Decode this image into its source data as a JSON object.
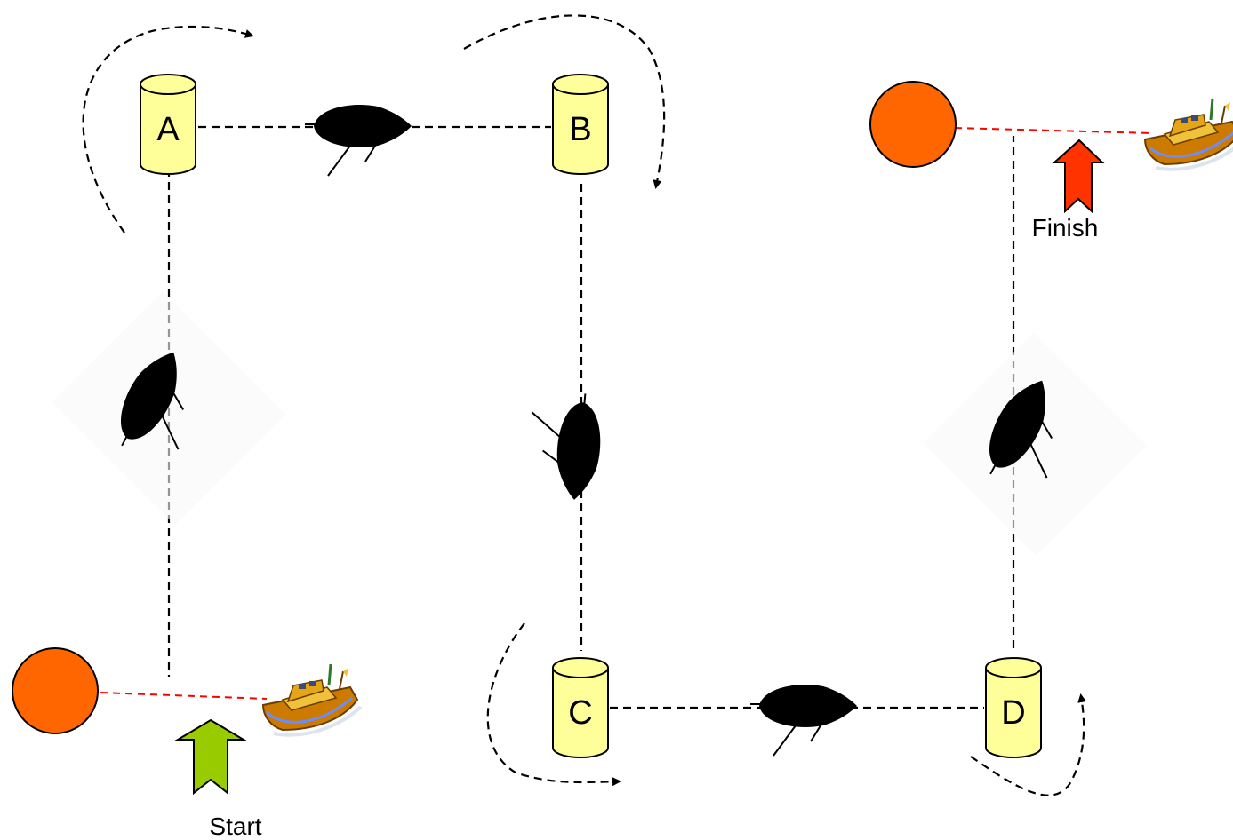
{
  "marks": {
    "a": "A",
    "b": "B",
    "c": "C",
    "d": "D"
  },
  "labels": {
    "start": "Start",
    "finish": "Finish"
  },
  "colors": {
    "mark_fill": "#ffff99",
    "start_pin": "#ff6600",
    "start_line": "#ff0000",
    "start_arrow": "#99cc00",
    "finish_arrow": "#ff3300",
    "boat_hull": "#cc7a00"
  },
  "icons": [
    "buoy-mark-icon",
    "sailboat-icon",
    "motor-boat-icon",
    "pin-buoy-icon",
    "direction-arrow-icon"
  ]
}
